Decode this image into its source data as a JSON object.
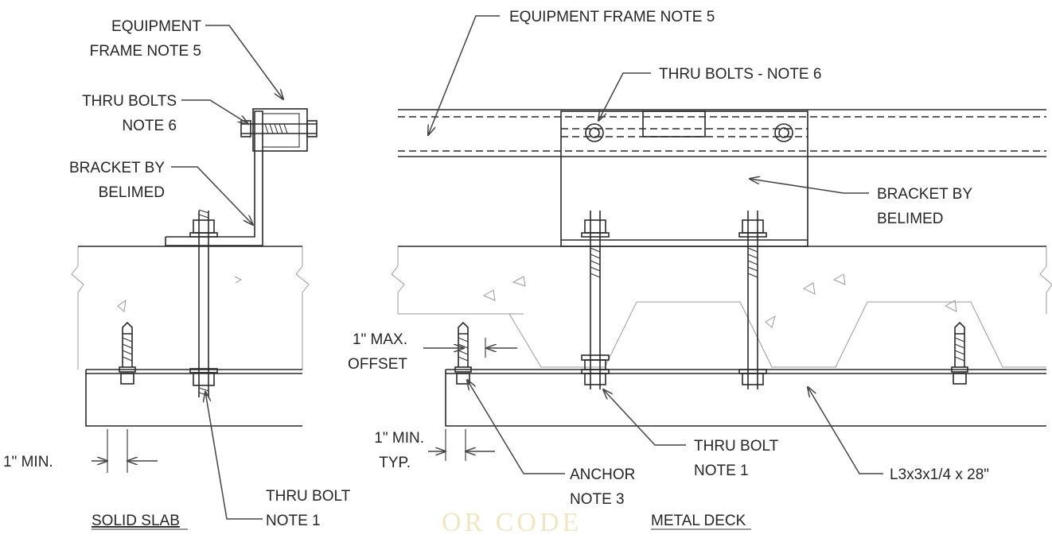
{
  "labels": {
    "equip_frame_left_1": "EQUIPMENT",
    "equip_frame_left_2": "FRAME NOTE 5",
    "thru_bolts_left_1": "THRU BOLTS",
    "thru_bolts_left_2": "NOTE 6",
    "bracket_left_1": "BRACKET BY",
    "bracket_left_2": "BELIMED",
    "one_min_left": "1\" MIN.",
    "thru_bolt_left_1": "THRU BOLT",
    "thru_bolt_left_2": "NOTE 1",
    "solid_slab_title": "SOLID SLAB",
    "equip_frame_right": "EQUIPMENT FRAME NOTE 5",
    "thru_bolts_right": "THRU BOLTS - NOTE 6",
    "bracket_right_1": "BRACKET BY",
    "bracket_right_2": "BELIMED",
    "max_offset_1": "1\" MAX.",
    "max_offset_2": "OFFSET",
    "one_min_right_1": "1\" MIN.",
    "one_min_right_2": "TYP.",
    "anchor_1": "ANCHOR",
    "anchor_2": "NOTE 3",
    "thru_bolt_right_1": "THRU BOLT",
    "thru_bolt_right_2": "NOTE 1",
    "angle_size": "L3x3x1/4 x 28\"",
    "metal_deck_title": "METAL DECK"
  },
  "watermark": "OR CODE"
}
